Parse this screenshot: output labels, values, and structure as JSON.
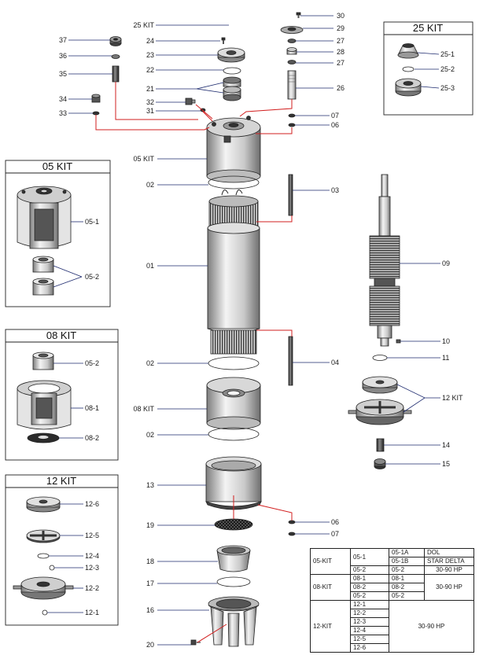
{
  "kit_boxes": {
    "kit25": {
      "title": "25 KIT",
      "parts": [
        "25-1",
        "25-2",
        "25-3"
      ]
    },
    "kit05": {
      "title": "05 KIT",
      "parts": [
        "05-1",
        "05-2"
      ]
    },
    "kit08": {
      "title": "08 KIT",
      "parts": [
        "05-2",
        "08-1",
        "08-2"
      ]
    },
    "kit12": {
      "title": "12 KIT",
      "parts": [
        "12-6",
        "12-5",
        "12-4",
        "12-3",
        "12-2",
        "12-1"
      ]
    }
  },
  "callouts": {
    "c30": "30",
    "c29": "29",
    "c27a": "27",
    "c28": "28",
    "c27b": "27",
    "c26": "26",
    "c25kit": "25 KIT",
    "c24": "24",
    "c23": "23",
    "c22": "22",
    "c21": "21",
    "c32": "32",
    "c31": "31",
    "c37": "37",
    "c36": "36",
    "c35": "35",
    "c34": "34",
    "c33": "33",
    "c07a": "07",
    "c06a": "06",
    "c05kit": "05 KIT",
    "c02a": "02",
    "c03": "03",
    "c01": "01",
    "c09": "09",
    "c10": "10",
    "c11": "11",
    "c02b": "02",
    "c04": "04",
    "c12kit": "12 KIT",
    "c08kit": "08 KIT",
    "c02c": "02",
    "c14": "14",
    "c15": "15",
    "c13": "13",
    "c06b": "06",
    "c07b": "07",
    "c19": "19",
    "c18": "18",
    "c17": "17",
    "c16": "16",
    "c20": "20"
  },
  "table": {
    "kit05": {
      "kit": "05-KIT",
      "r1": "05-1",
      "r2": "05-2",
      "s1": "05-1A",
      "s2": "05-1B",
      "s3": "05-2",
      "d1": "DOL",
      "d2": "STAR DELTA",
      "d3": "30-90 HP"
    },
    "kit08": {
      "kit": "08-KIT",
      "r1": "08-1",
      "r2": "08-2",
      "r3": "05-2",
      "s1": "08-1",
      "s2": "08-2",
      "s3": "05-2",
      "d": "30-90 HP"
    },
    "kit12": {
      "kit": "12-KIT",
      "r1": "12-1",
      "r2": "12-2",
      "r3": "12-3",
      "r4": "12-4",
      "r5": "12-5",
      "r6": "12-6",
      "d": "30-90 HP"
    }
  }
}
